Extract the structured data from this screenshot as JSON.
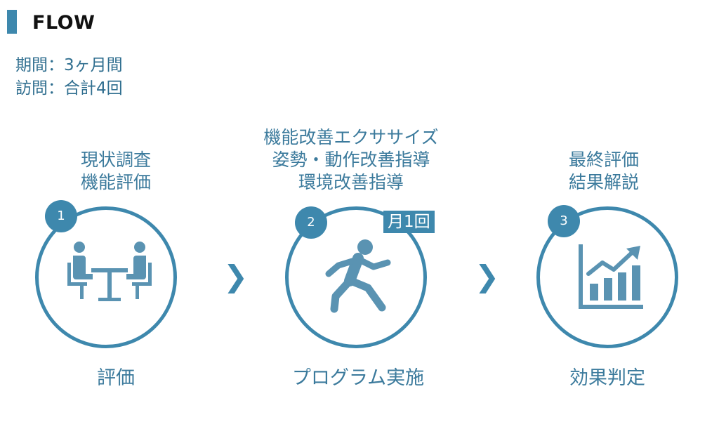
{
  "header": {
    "title": "FLOW"
  },
  "info": {
    "period": "期間：3ヶ月間",
    "visits": "訪問：合計4回"
  },
  "steps": [
    {
      "number": "1",
      "heading_lines": [
        "現状調査",
        "機能評価"
      ],
      "icon": "meeting-table-icon",
      "label": "評価"
    },
    {
      "number": "2",
      "heading_lines": [
        "機能改善エクササイズ",
        "姿勢・動作改善指導",
        "環境改善指導"
      ],
      "icon": "running-person-icon",
      "frequency": "月1回",
      "label": "プログラム実施"
    },
    {
      "number": "3",
      "heading_lines": [
        "最終評価",
        "結果解説"
      ],
      "icon": "growth-chart-icon",
      "label": "効果判定"
    }
  ],
  "arrows": [
    "❯",
    "❯"
  ],
  "colors": {
    "accent": "#3e88ad",
    "icon": "#5a93b2",
    "text": "#3b7a9c"
  }
}
